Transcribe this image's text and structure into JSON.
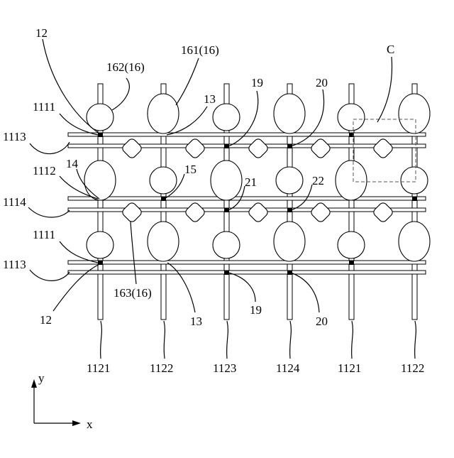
{
  "labels": {
    "l12_top": "12",
    "l162": "162(16)",
    "l161": "161(16)",
    "l13_top": "13",
    "l19_top": "19",
    "l20_top": "20",
    "lC": "C",
    "l1111_a": "1111",
    "l1113_a": "1113",
    "l1112": "1112",
    "l14": "14",
    "l15": "15",
    "l21": "21",
    "l22": "22",
    "l1114": "1114",
    "l1111_b": "1111",
    "l1113_b": "1113",
    "l163": "163(16)",
    "l12_bot": "12",
    "l13_bot": "13",
    "l19_bot": "19",
    "l20_bot": "20",
    "col1": "1121",
    "col2": "1122",
    "col3": "1123",
    "col4": "1124",
    "col5": "1121",
    "col6": "1122",
    "axis_y": "y",
    "axis_x": "x"
  }
}
